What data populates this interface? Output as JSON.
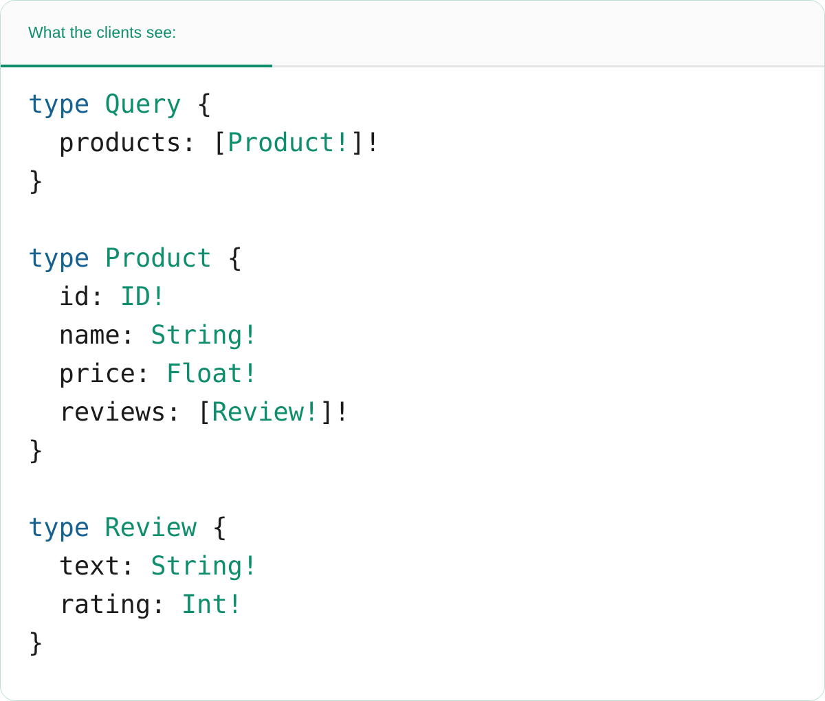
{
  "card": {
    "border_color": "#bcdfcd",
    "background": "#ffffff"
  },
  "header": {
    "tab_label": "What the clients see:",
    "accent_color": "#0f8e6e",
    "strip_background": "#fbfbfb",
    "divider_color": "#e6e6e6"
  },
  "colors": {
    "keyword_blue": "#15618f",
    "type_green": "#0f8e6e",
    "punctuation": "#1b1b1b"
  },
  "code": {
    "language": "graphql",
    "text": "type Query {\n  products: [Product!]!\n}\n\ntype Product {\n  id: ID!\n  name: String!\n  price: Float!\n  reviews: [Review!]!\n}\n\ntype Review {\n  text: String!\n  rating: Int!\n}",
    "lines": [
      {
        "tokens": [
          {
            "t": "type",
            "c": "kw"
          },
          {
            "t": " ",
            "c": "punct"
          },
          {
            "t": "Query",
            "c": "type"
          },
          {
            "t": " {",
            "c": "punct"
          }
        ]
      },
      {
        "tokens": [
          {
            "t": "  products: [",
            "c": "punct"
          },
          {
            "t": "Product!",
            "c": "type"
          },
          {
            "t": "]!",
            "c": "punct"
          }
        ]
      },
      {
        "tokens": [
          {
            "t": "}",
            "c": "punct"
          }
        ]
      },
      {
        "tokens": []
      },
      {
        "tokens": [
          {
            "t": "type",
            "c": "kw"
          },
          {
            "t": " ",
            "c": "punct"
          },
          {
            "t": "Product",
            "c": "type"
          },
          {
            "t": " {",
            "c": "punct"
          }
        ]
      },
      {
        "tokens": [
          {
            "t": "  id: ",
            "c": "punct"
          },
          {
            "t": "ID!",
            "c": "type"
          }
        ]
      },
      {
        "tokens": [
          {
            "t": "  name: ",
            "c": "punct"
          },
          {
            "t": "String!",
            "c": "type"
          }
        ]
      },
      {
        "tokens": [
          {
            "t": "  price: ",
            "c": "punct"
          },
          {
            "t": "Float!",
            "c": "type"
          }
        ]
      },
      {
        "tokens": [
          {
            "t": "  reviews: [",
            "c": "punct"
          },
          {
            "t": "Review!",
            "c": "type"
          },
          {
            "t": "]!",
            "c": "punct"
          }
        ]
      },
      {
        "tokens": [
          {
            "t": "}",
            "c": "punct"
          }
        ]
      },
      {
        "tokens": []
      },
      {
        "tokens": [
          {
            "t": "type",
            "c": "kw"
          },
          {
            "t": " ",
            "c": "punct"
          },
          {
            "t": "Review",
            "c": "type"
          },
          {
            "t": " {",
            "c": "punct"
          }
        ]
      },
      {
        "tokens": [
          {
            "t": "  text: ",
            "c": "punct"
          },
          {
            "t": "String!",
            "c": "type"
          }
        ]
      },
      {
        "tokens": [
          {
            "t": "  rating: ",
            "c": "punct"
          },
          {
            "t": "Int!",
            "c": "type"
          }
        ]
      },
      {
        "tokens": [
          {
            "t": "}",
            "c": "punct"
          }
        ]
      }
    ]
  }
}
